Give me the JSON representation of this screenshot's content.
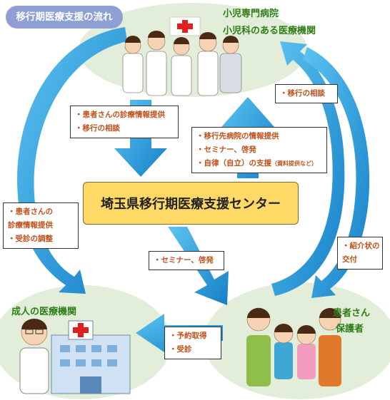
{
  "title": "移行期医療支援の流れ",
  "center": "埼玉県移行期医療支援センター",
  "nodes": {
    "pediatric": {
      "line1": "小児専門病院",
      "line2": "小児科のある医療機関"
    },
    "adult": {
      "label": "成人の医療機関"
    },
    "patient": {
      "line1": "患者さん",
      "line2": "保護者"
    }
  },
  "boxes": {
    "to_center_from_pediatric": [
      "・患者さんの診療情報提供",
      "・移行の相談"
    ],
    "center_to_pediatric": [
      "・移行先病院の情報提供",
      "・セミナー、啓発",
      "・自律（自立）の支援"
    ],
    "center_to_pediatric_note": "（資料提供など）",
    "patient_to_pediatric": [
      "・移行の相談"
    ],
    "pediatric_to_adult": [
      "・患者さんの",
      "診療情報提供",
      "・受診の調整"
    ],
    "center_to_patient": [
      "・セミナー、啓発"
    ],
    "patient_from_pediatric": [
      "・紹介状の",
      "交付"
    ],
    "patient_to_adult": [
      "・予約取得",
      "・受診"
    ]
  },
  "colors": {
    "ellipse": "#e2eed9",
    "arrow": "#1a9bdc",
    "center_fill": "#ffd966",
    "title_pill": "#8e9fd4",
    "label_green": "#2f7d17",
    "box_text": "#c0501a"
  },
  "icons": [
    "doctors-group-icon",
    "doctor-icon",
    "hospital-building-icon",
    "family-icon"
  ]
}
